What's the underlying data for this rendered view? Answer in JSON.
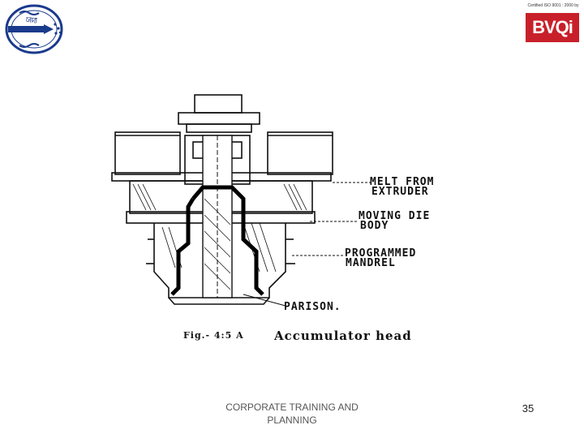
{
  "header": {
    "left_logo_icon": "organization-emblem-icon",
    "right_logo": {
      "certification_text": "Certified ISO 9001 : 2000 by",
      "brand": "BVQi",
      "brand_color": "#c8202a"
    }
  },
  "figure": {
    "labels": {
      "melt": "MELT FROM",
      "extruder": "EXTRUDER",
      "moving": "MOVING DIE",
      "body": "BODY",
      "programmed": "PROGRAMMED",
      "mandrel": "MANDREL",
      "parison": "PARISON."
    },
    "caption_fig": "Fig.- 4:5 A",
    "caption_title": "Accumulator head"
  },
  "footer": {
    "text": "CORPORATE TRAINING AND PLANNING",
    "page_number": "35"
  }
}
